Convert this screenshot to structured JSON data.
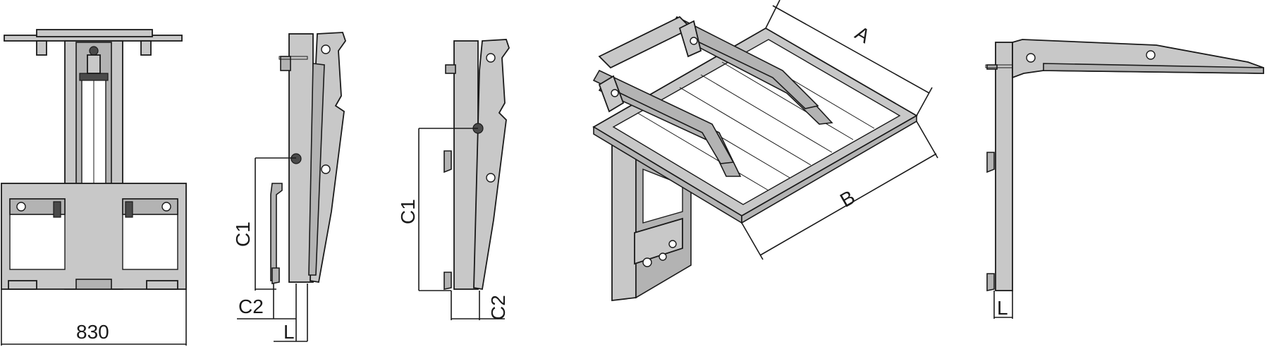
{
  "labels": {
    "width_value": "830",
    "c1": "C1",
    "c2": "C2",
    "l": "L",
    "a": "A",
    "b": "B"
  }
}
